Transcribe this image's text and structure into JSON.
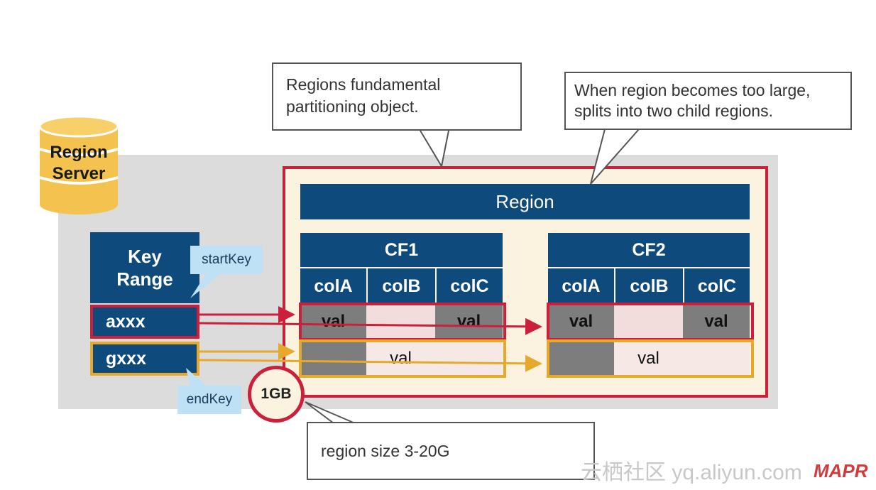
{
  "region_server": {
    "label_line1": "Region",
    "label_line2": "Server"
  },
  "region": {
    "title": "Region"
  },
  "column_families": [
    {
      "name": "CF1",
      "columns": [
        "colA",
        "colB",
        "colC"
      ],
      "row1": [
        "val",
        "",
        "val"
      ],
      "row2": [
        "",
        "val",
        ""
      ]
    },
    {
      "name": "CF2",
      "columns": [
        "colA",
        "colB",
        "colC"
      ],
      "row1": [
        "val",
        "",
        "val"
      ],
      "row2": [
        "",
        "val",
        ""
      ]
    }
  ],
  "key_range": {
    "title_line1": "Key",
    "title_line2": "Range",
    "row1": "axxx",
    "row2": "gxxx"
  },
  "callouts": {
    "start_key": "startKey",
    "end_key": "endKey"
  },
  "size_badge": "1GB",
  "notes": {
    "fundamental": "Regions fundamental partitioning object.",
    "split": "When region becomes too large, splits into two child regions.",
    "size": "region size 3-20G"
  },
  "footer": {
    "watermark": "云栖社区 yq.aliyun.com",
    "brand": "MAPR"
  },
  "colors": {
    "navy": "#0f4a7d",
    "red": "#cc1f3a",
    "gold": "#e7a92c",
    "cream": "#fbf3df",
    "gray": "#dcdcdc",
    "callout": "#bfe1f6"
  }
}
